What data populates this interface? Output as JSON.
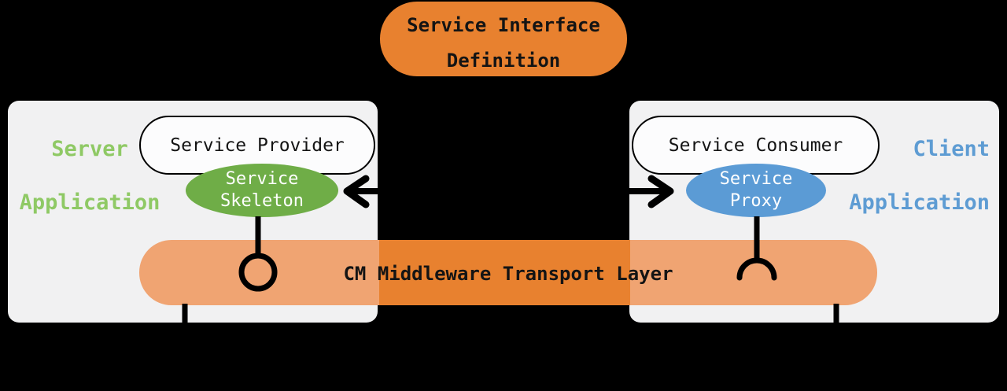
{
  "colors": {
    "background": "#000000",
    "orange": "#E8812F",
    "orange_light": "#F0A472",
    "panel": "#F1F1F2",
    "stadium_fill": "#FCFCFD",
    "green": "#6FAD47",
    "green_text": "#8FC965",
    "blue": "#5B9BD5",
    "blue_text": "#5E9CD3",
    "line": "#000000",
    "white_text": "#FFFFFF",
    "dark_text": "#141414"
  },
  "interface_definition": {
    "line1": "Service Interface",
    "line2": "Definition"
  },
  "server_side": {
    "label_line1": "Server",
    "label_line2": "Application",
    "component": "Service Provider",
    "stub_line1": "Service",
    "stub_line2": "Skeleton"
  },
  "client_side": {
    "label_line1": "Client",
    "label_line2": "Application",
    "component": "Service Consumer",
    "stub_line1": "Service",
    "stub_line2": "Proxy"
  },
  "transport_layer": {
    "label": "CM Middleware Transport Layer"
  },
  "icons": {
    "lollipop_provided_interface": "circle-on-stick",
    "socket_required_interface": "open-half-circle",
    "arrow_to_skeleton": "left-chevron-arrow",
    "arrow_to_proxy": "right-chevron-arrow"
  }
}
